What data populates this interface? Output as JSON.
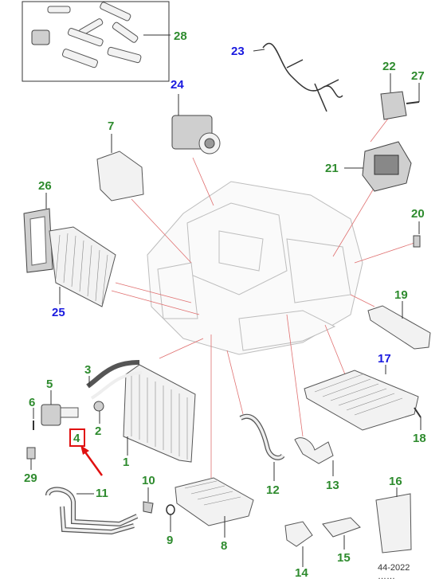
{
  "callouts": [
    {
      "id": "c1",
      "label": "1",
      "color": "green"
    },
    {
      "id": "c2",
      "label": "2",
      "color": "green"
    },
    {
      "id": "c3",
      "label": "3",
      "color": "green"
    },
    {
      "id": "c4",
      "label": "4",
      "color": "green"
    },
    {
      "id": "c5",
      "label": "5",
      "color": "green"
    },
    {
      "id": "c6",
      "label": "6",
      "color": "green"
    },
    {
      "id": "c7",
      "label": "7",
      "color": "green"
    },
    {
      "id": "c8",
      "label": "8",
      "color": "green"
    },
    {
      "id": "c9",
      "label": "9",
      "color": "green"
    },
    {
      "id": "c10",
      "label": "10",
      "color": "green"
    },
    {
      "id": "c11",
      "label": "11",
      "color": "green"
    },
    {
      "id": "c12",
      "label": "12",
      "color": "green"
    },
    {
      "id": "c13",
      "label": "13",
      "color": "green"
    },
    {
      "id": "c14",
      "label": "14",
      "color": "green"
    },
    {
      "id": "c15",
      "label": "15",
      "color": "green"
    },
    {
      "id": "c16",
      "label": "16",
      "color": "green"
    },
    {
      "id": "c17",
      "label": "17",
      "color": "blue"
    },
    {
      "id": "c18",
      "label": "18",
      "color": "green"
    },
    {
      "id": "c19",
      "label": "19",
      "color": "green"
    },
    {
      "id": "c20",
      "label": "20",
      "color": "green"
    },
    {
      "id": "c21",
      "label": "21",
      "color": "green"
    },
    {
      "id": "c22",
      "label": "22",
      "color": "green"
    },
    {
      "id": "c23",
      "label": "23",
      "color": "blue"
    },
    {
      "id": "c24",
      "label": "24",
      "color": "blue"
    },
    {
      "id": "c25",
      "label": "25",
      "color": "blue"
    },
    {
      "id": "c26",
      "label": "26",
      "color": "green"
    },
    {
      "id": "c27",
      "label": "27",
      "color": "green"
    },
    {
      "id": "c28",
      "label": "28",
      "color": "green"
    },
    {
      "id": "c29",
      "label": "29",
      "color": "green"
    }
  ],
  "reference": {
    "line1": "44-2022",
    "line2": "……"
  },
  "colors": {
    "green": "#2e8b2e",
    "blue": "#1a1adf",
    "highlight": "#e01010",
    "leader": "#e07070"
  },
  "highlight": {
    "target": "4",
    "arrow_icon": "red-arrow-icon"
  }
}
